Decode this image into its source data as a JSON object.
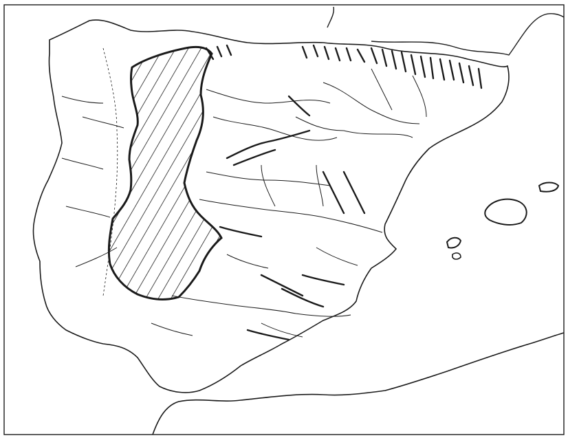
{
  "map": {
    "labels": [],
    "colors": {
      "ink": "#1a1a1a",
      "paper": "#ffffff",
      "sea": "#ffffff"
    },
    "features": {
      "frame": "map-border",
      "coast": "iberian-peninsula-coastline",
      "islands": [
        "mallorca",
        "menorca",
        "ibiza",
        "formentera"
      ],
      "highlighted_region": "hatched-western-corridor",
      "rivers": "river-network",
      "mountains": "mountain-ranges-shading",
      "neighbors": [
        "france",
        "north-africa"
      ]
    }
  }
}
